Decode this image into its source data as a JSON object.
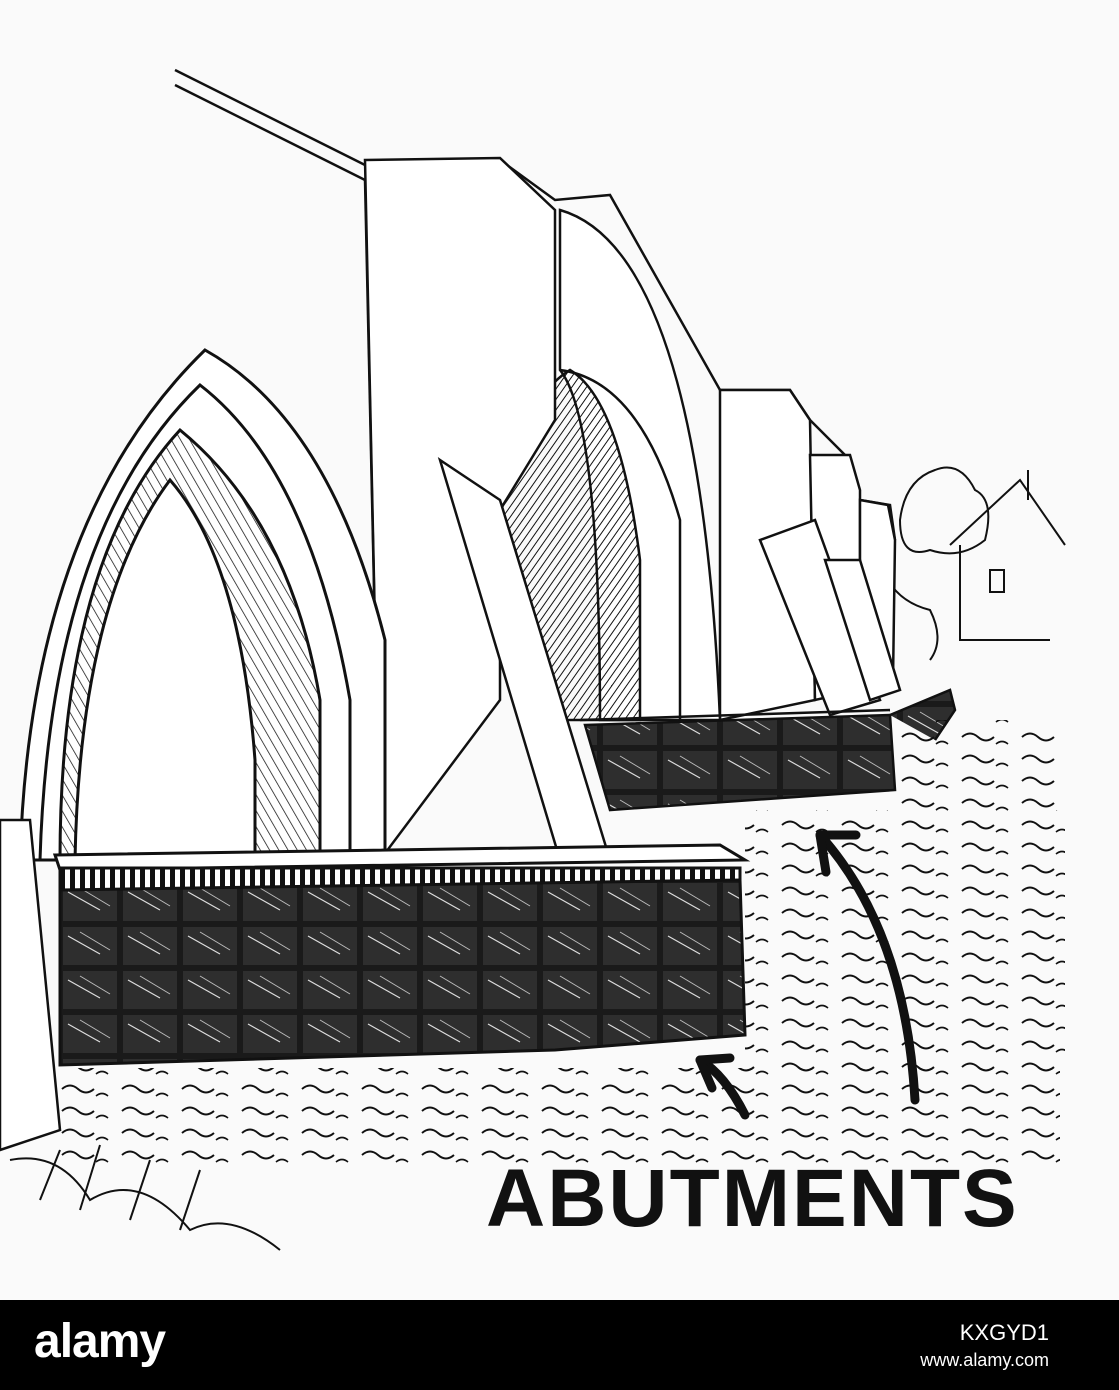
{
  "diagram": {
    "label": "ABUTMENTS",
    "ink_color": "#111111",
    "paper_color": "#fafafa"
  },
  "footer": {
    "brand": "alamy",
    "image_code": "KXGYD1",
    "url": "www.alamy.com",
    "background": "#000000"
  }
}
